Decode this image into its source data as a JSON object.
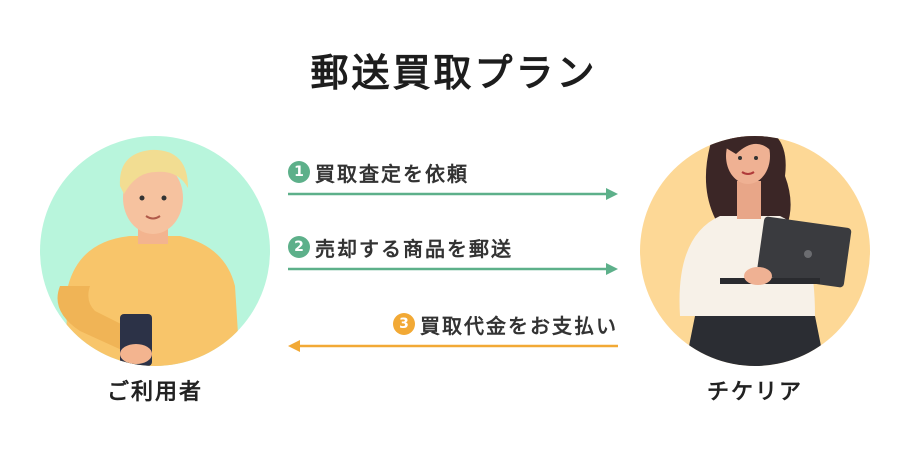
{
  "title": "郵送買取プラン",
  "actors": {
    "left": {
      "label": "ご利用者"
    },
    "right": {
      "label": "チケリア"
    }
  },
  "steps": [
    {
      "number": "1",
      "text": "買取査定を依頼",
      "direction": "right",
      "color": "#5db08a"
    },
    {
      "number": "2",
      "text": "売却する商品を郵送",
      "direction": "right",
      "color": "#5db08a"
    },
    {
      "number": "3",
      "text": "買取代金をお支払い",
      "direction": "left",
      "color": "#f2a935"
    }
  ],
  "colors": {
    "green": "#5db08a",
    "orange": "#f2a935",
    "user_bg": "#b8f5dc",
    "shop_bg": "#fdd896"
  }
}
